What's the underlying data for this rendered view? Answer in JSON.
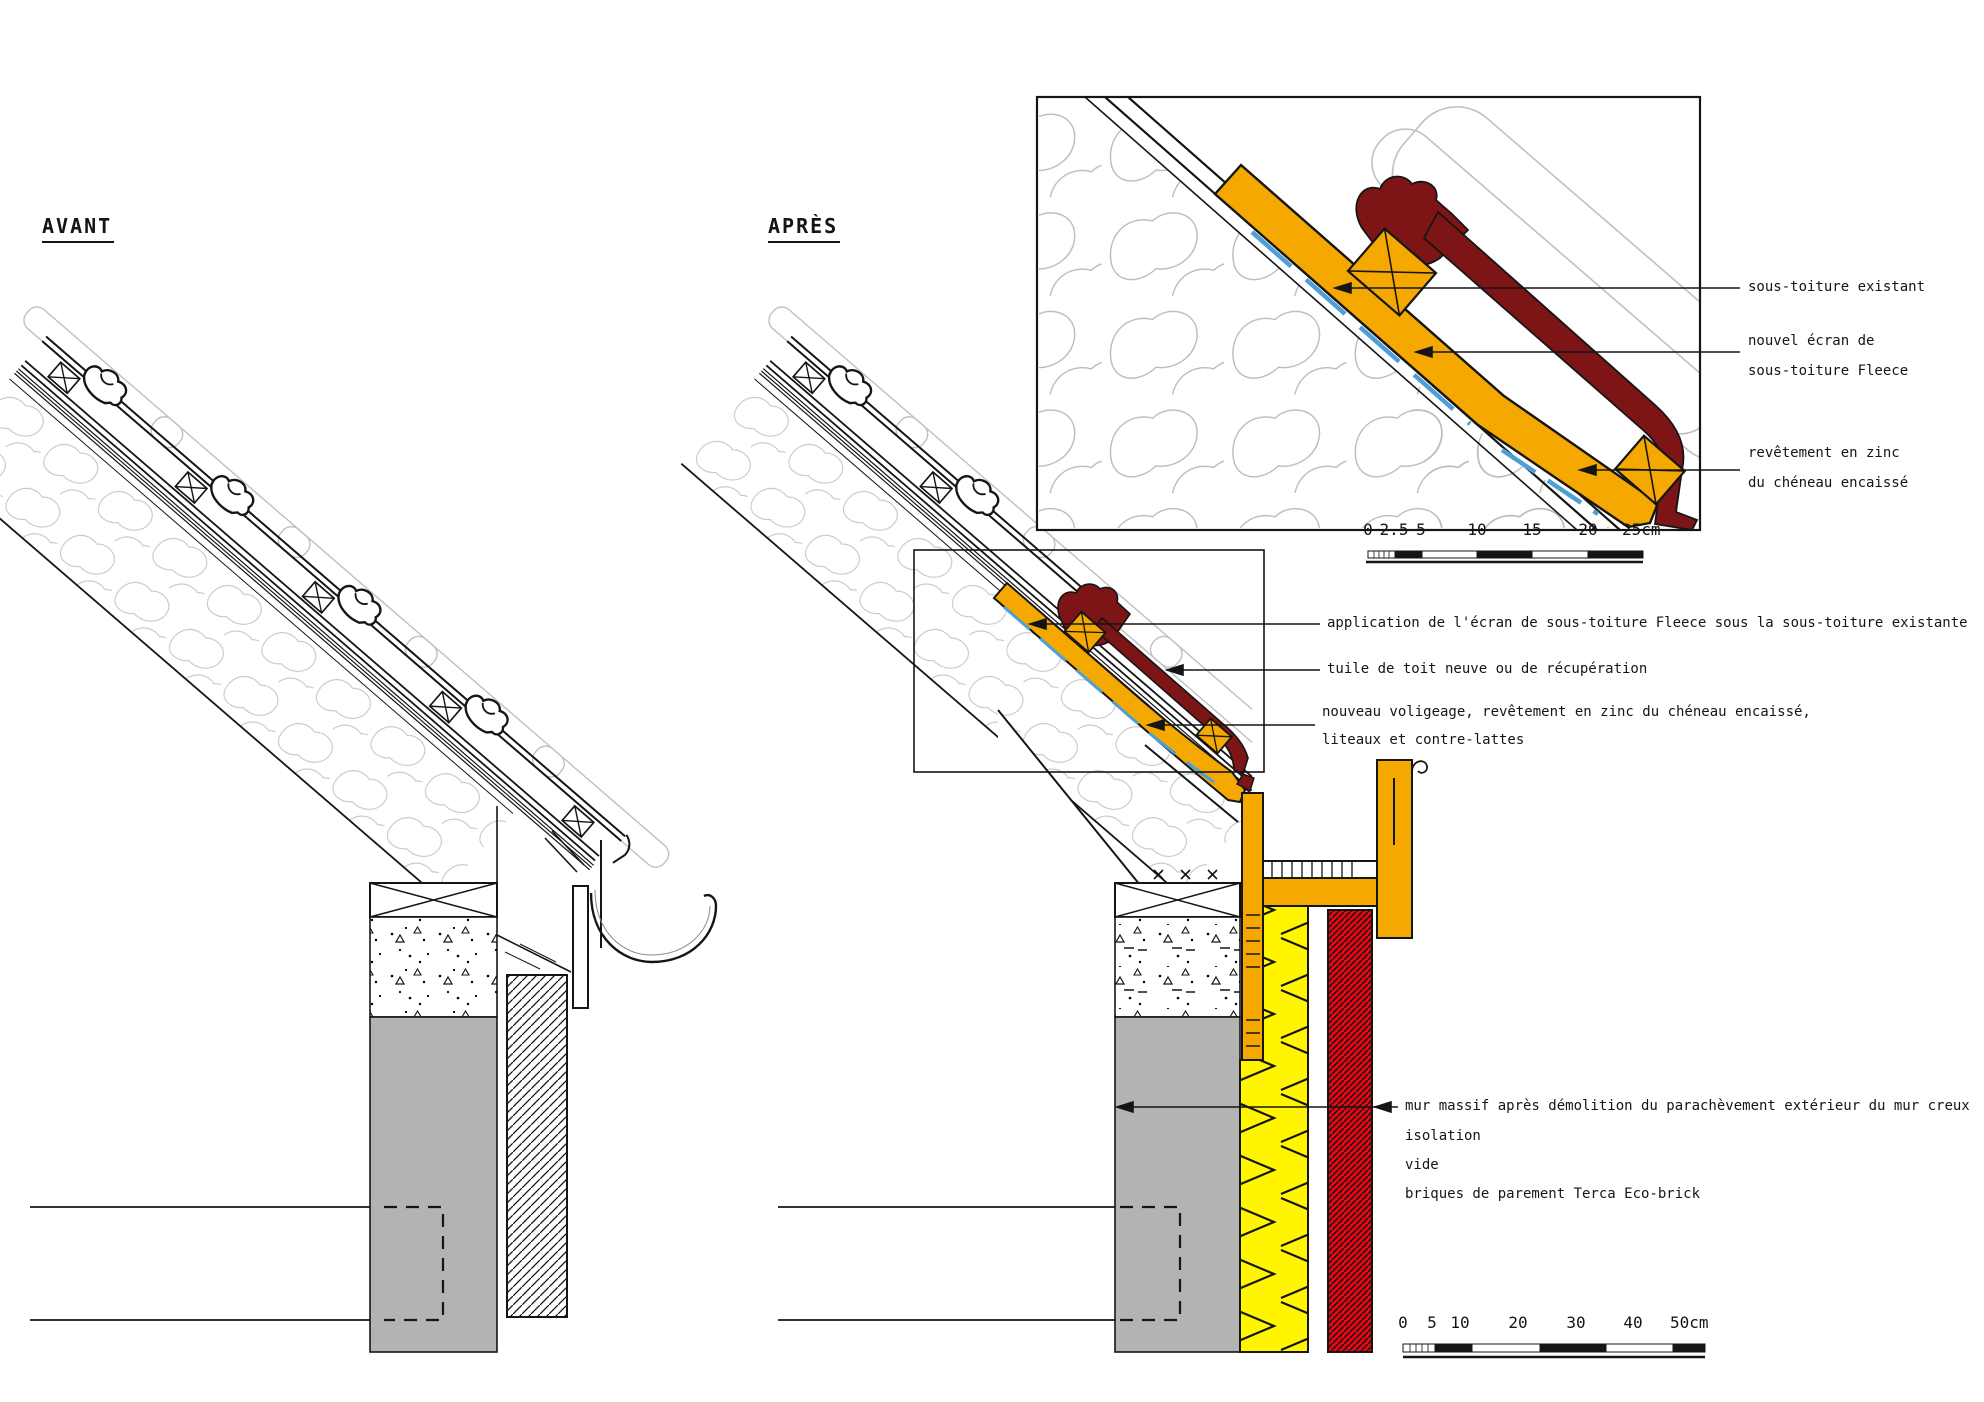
{
  "titles": {
    "before": "AVANT",
    "after": "APRÈS"
  },
  "detail_labels": {
    "l1": "sous-toiture existant",
    "l2a": "nouvel écran de",
    "l2b": "sous-toiture Fleece",
    "l3a": "revêtement en zinc",
    "l3b": "du chéneau encaissé"
  },
  "mid_labels": {
    "a1": "application de l'écran de sous-toiture Fleece sous la sous-toiture existante",
    "a2": "tuile de toit neuve ou de récupération",
    "a3a": "nouveau voligeage, revêtement en zinc du chéneau encaissé,",
    "a3b": "liteaux et contre-lattes"
  },
  "wall_labels": {
    "b1": "mur massif après démolition du parachèvement extérieur du mur creux",
    "b2": "isolation",
    "b3": "vide",
    "b4": "briques de parement Terca Eco-brick"
  },
  "scalebar_detail": {
    "unit": "cm",
    "ticks": [
      "0",
      "2.5",
      "5",
      "10",
      "15",
      "20",
      "25cm"
    ]
  },
  "scalebar_main": {
    "unit": "cm",
    "ticks": [
      "0",
      "5",
      "10",
      "20",
      "30",
      "40",
      "50cm"
    ]
  },
  "colors": {
    "line": "#151515",
    "ghost": "#c0c0c0",
    "orange": "#f5a800",
    "maroon": "#7d1416",
    "blue": "#4d9fd6",
    "yellow": "#fff500",
    "red": "#e30613",
    "wall_gray": "#b3b3b3"
  }
}
